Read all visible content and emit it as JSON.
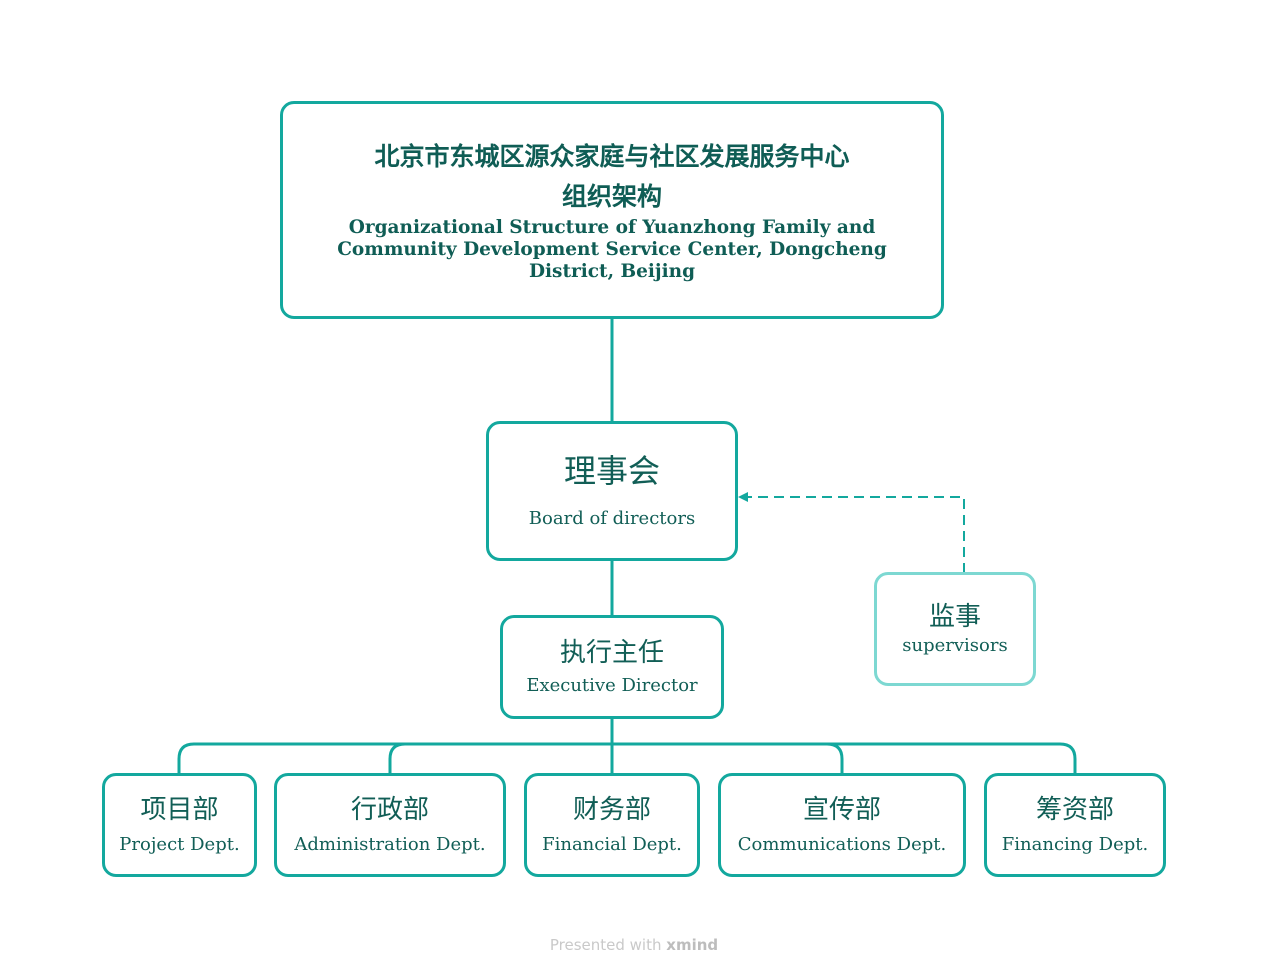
{
  "root": {
    "title_zh_line1": "北京市东城区源众家庭与社区发展服务中心",
    "title_zh_line2": "组织架构",
    "title_en": "Organizational Structure of Yuanzhong Family and Community Development Service Center, Dongcheng District, Beijing"
  },
  "board": {
    "zh": "理事会",
    "en": "Board of directors"
  },
  "supervisors": {
    "zh": "监事",
    "en": "supervisors"
  },
  "executive": {
    "zh": "执行主任",
    "en": "Executive Director"
  },
  "departments": [
    {
      "zh": "项目部",
      "en": "Project Dept."
    },
    {
      "zh": "行政部",
      "en": "Administration Dept."
    },
    {
      "zh": "财务部",
      "en": "Financial Dept."
    },
    {
      "zh": "宣传部",
      "en": "Communications Dept."
    },
    {
      "zh": "筹资部",
      "en": "Financing Dept."
    }
  ],
  "footer": {
    "prefix": "Presented with",
    "brand": "xmind"
  },
  "colors": {
    "border": "#13a89e",
    "border_light": "#7dd8d2",
    "text": "#0f5d55"
  }
}
